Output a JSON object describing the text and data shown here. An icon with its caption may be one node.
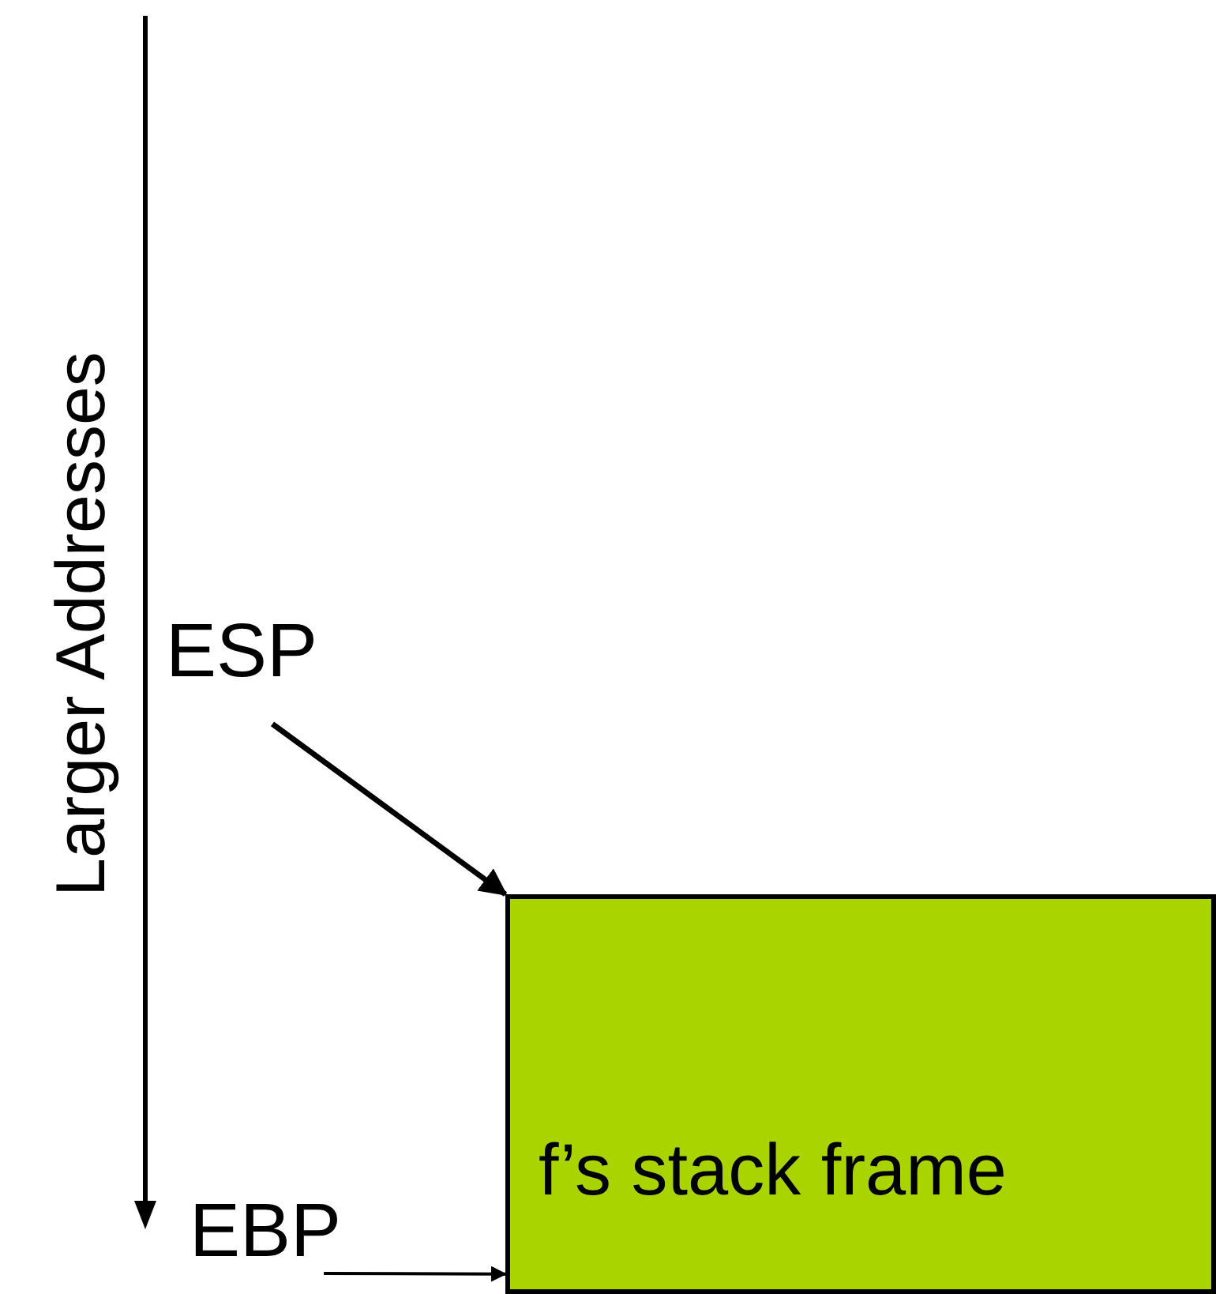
{
  "diagram": {
    "nodes": [
      {
        "text": [
          "ESP"
        ]
      },
      {
        "text": [
          "EBP"
        ]
      },
      {
        "text": [
          "f’s stack frame"
        ]
      }
    ],
    "edges": [
      {
        "from": 0,
        "to": 2,
        "arrow": "to"
      },
      {
        "from": 1,
        "to": 2,
        "arrow": "to"
      }
    ],
    "labels": [
      "Larger Addresses"
    ]
  }
}
